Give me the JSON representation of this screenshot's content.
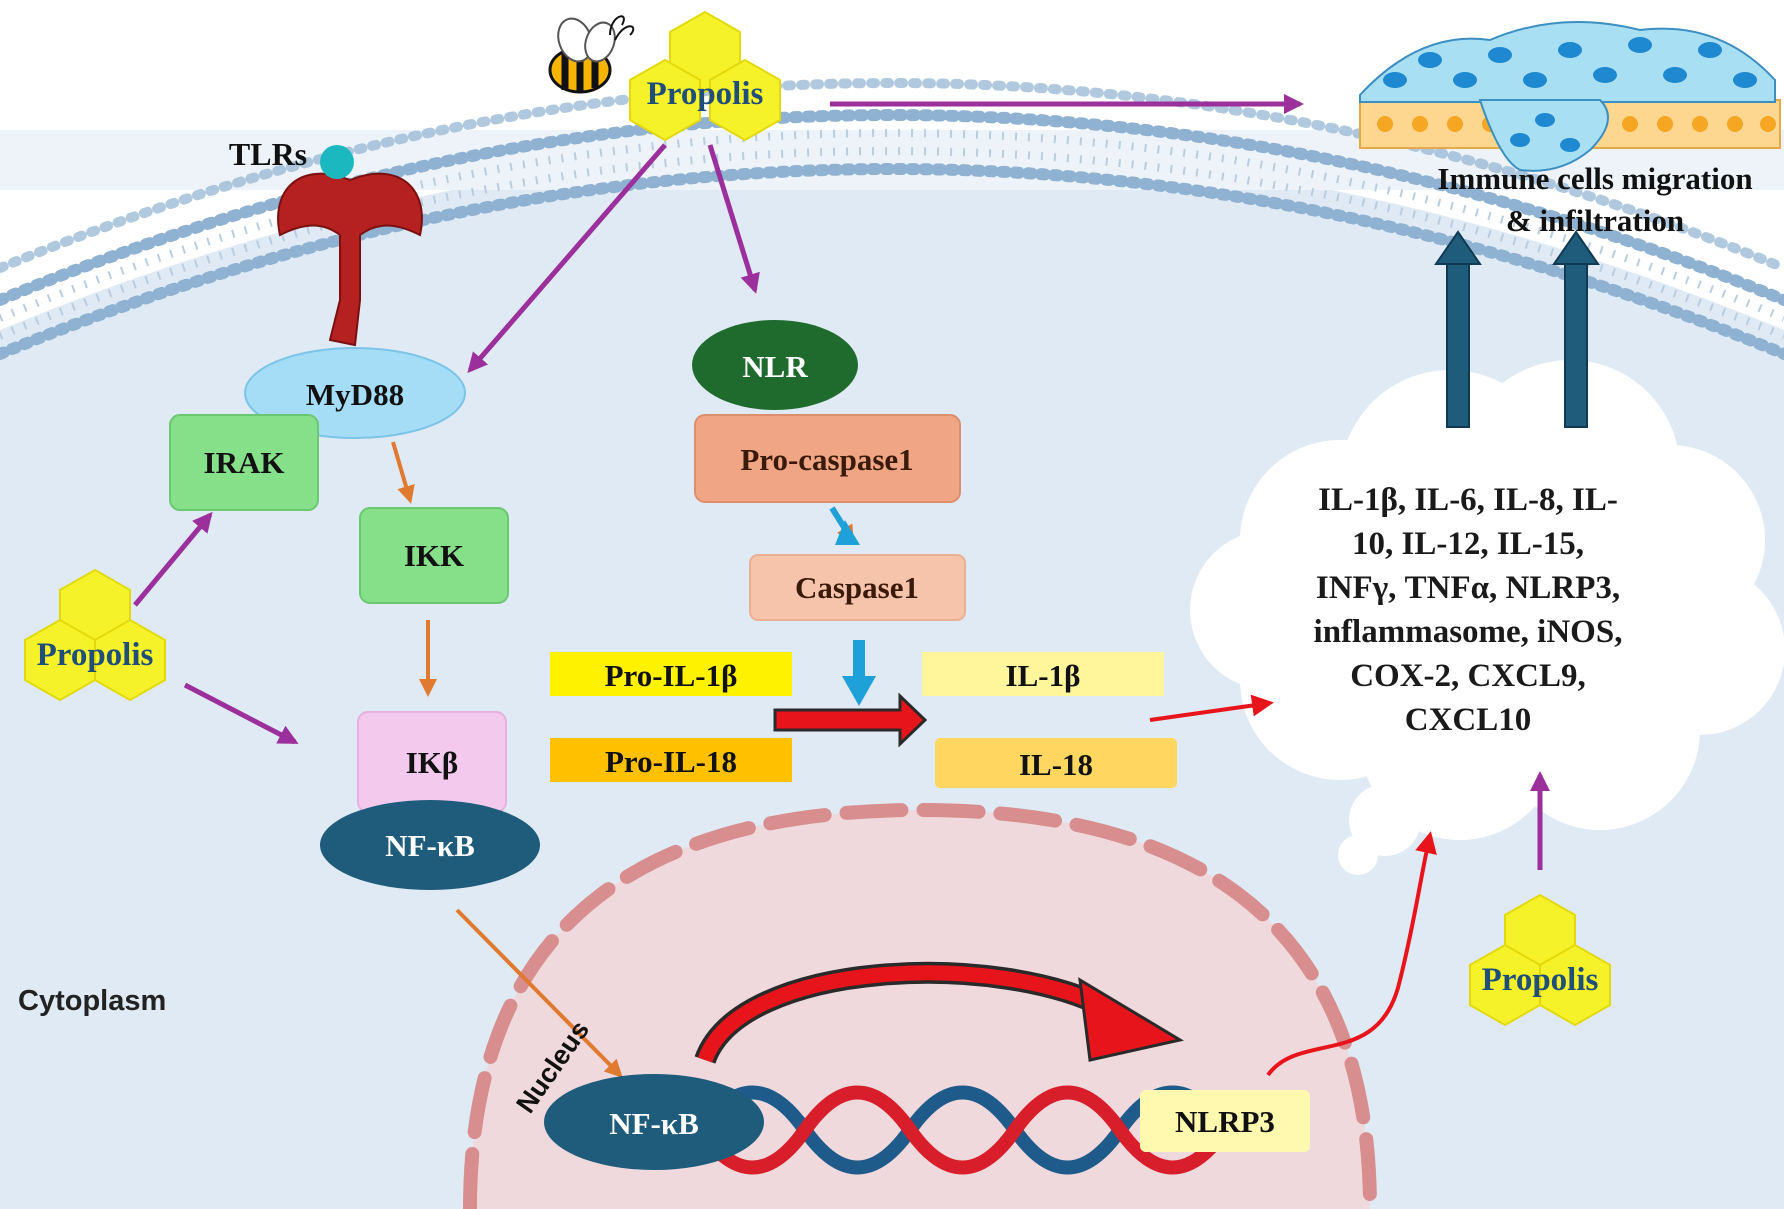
{
  "labels": {
    "propolis_top": "Propolis",
    "propolis_left": "Propolis",
    "propolis_right": "Propolis",
    "tlrs": "TLRs",
    "myd88": "MyD88",
    "irak": "IRAK",
    "ikk": "IKK",
    "ikb": "IKβ",
    "nfkb_cyto": "NF-κB",
    "nfkb_nucleus": "NF-κB",
    "nlr": "NLR",
    "pro_caspase1": "Pro-caspase1",
    "caspase1": "Caspase1",
    "pro_il1b": "Pro-IL-1β",
    "pro_il18": "Pro-IL-18",
    "il1b": "IL-1β",
    "il18": "IL-18",
    "nlrp3": "NLRP3",
    "cytoplasm": "Cytoplasm",
    "nucleus": "Nucleus",
    "immune_line1": "Immune cells migration",
    "immune_line2": "& infiltration"
  },
  "cytokines": {
    "line1": "IL-1β, IL-6, IL-8, IL-",
    "line2": "10, IL-12, IL-15,",
    "line3": "INFγ, TNFα, NLRP3,",
    "line4": "inflammasome, iNOS,",
    "line5": "COX-2, CXCL9,",
    "line6": "CXCL10"
  },
  "colors": {
    "propolis_yellow": "#f6f22a",
    "propolis_text": "#1f4e79",
    "cytoplasm_bg": "#dfeaf4",
    "membrane": "#7fa6c8",
    "arrow_purple": "#9b2f9b",
    "arrow_orange": "#e07a30",
    "arrow_blue": "#1ea0d8",
    "arrow_red": "#e8141b",
    "arrow_teal": "#1f5b7a",
    "green_box": "#86e08a",
    "pink_box": "#f4c9ee",
    "nfkb": "#1f5b7a",
    "nlr": "#1f6b2e",
    "pro_caspase": "#f0a584",
    "caspase": "#f6c4aa",
    "pro_il1b": "#fff200",
    "pro_il18": "#ffc000",
    "il1b": "#fff59a",
    "il18": "#ffd760",
    "nucleus_fill": "#efd9dc",
    "nucleus_rim": "#d88e8e"
  }
}
